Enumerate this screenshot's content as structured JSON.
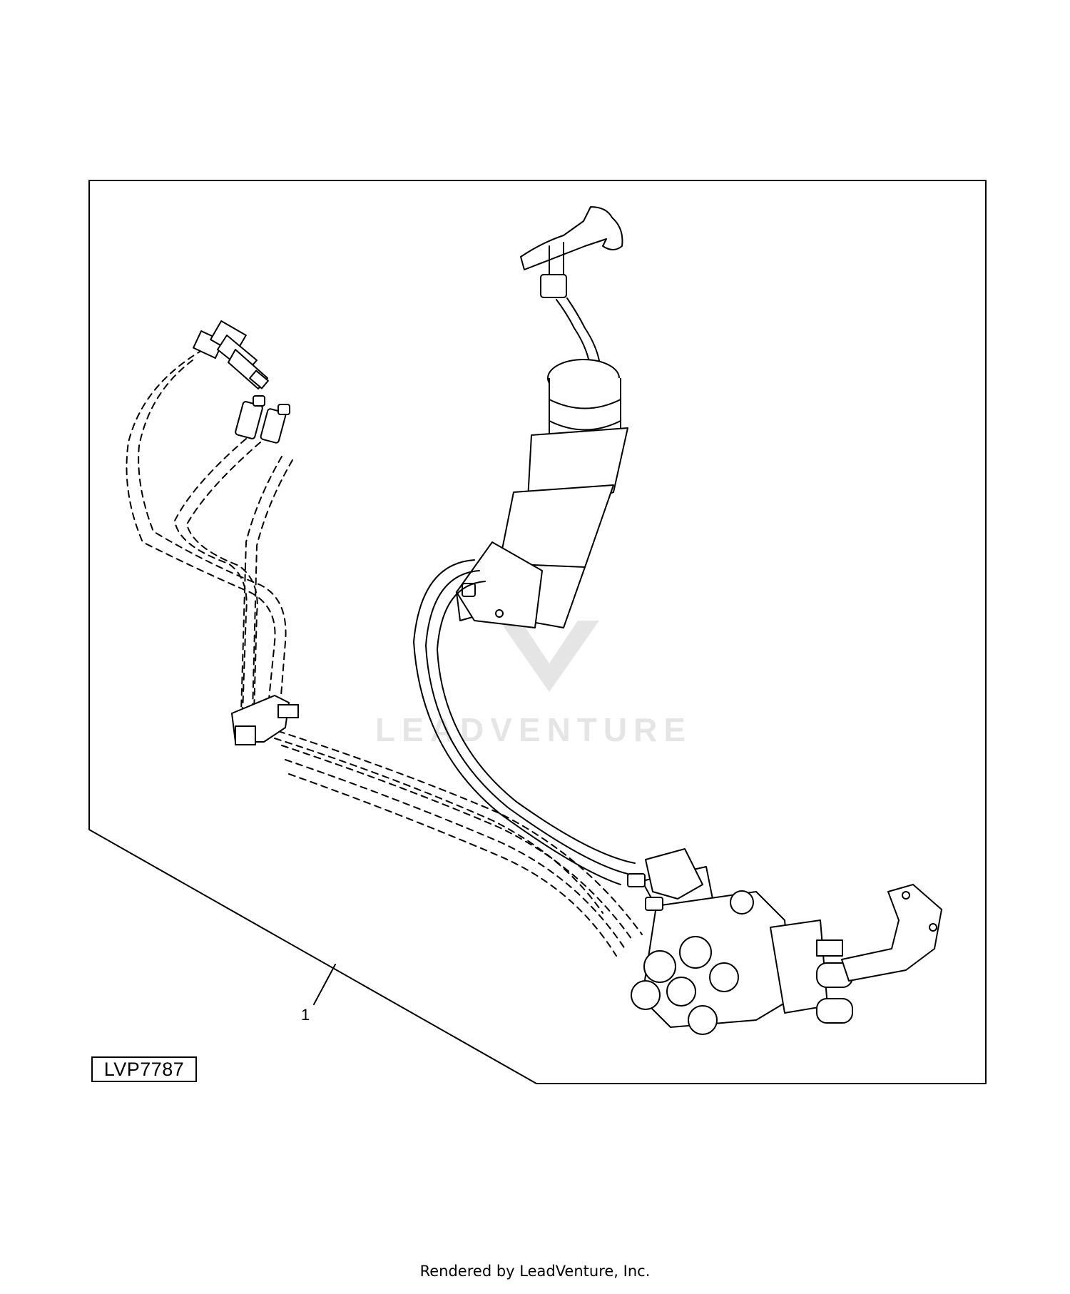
{
  "diagram": {
    "callouts": [
      {
        "number": "1"
      }
    ],
    "figure_id": "LVP7787",
    "watermark": "LEADVENTURE",
    "footer": "Rendered by LeadVenture, Inc."
  }
}
